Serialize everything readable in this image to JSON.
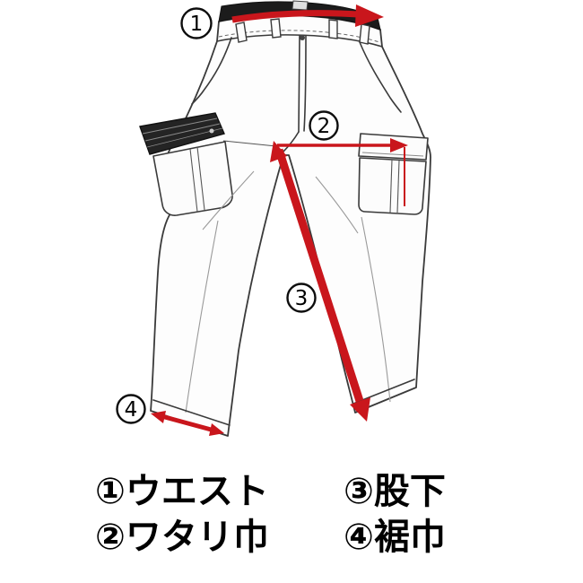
{
  "colors": {
    "arrow_red": "#c9161c",
    "waistband_dark": "#1c1c1c"
  },
  "markers": {
    "waist": "1",
    "thigh_width": "2",
    "inseam": "3",
    "hem_width": "4"
  },
  "legend": {
    "waist": "①ウエスト",
    "thigh_width": "②ワタリ巾",
    "inseam": "③股下",
    "hem_width": "④裾巾"
  }
}
